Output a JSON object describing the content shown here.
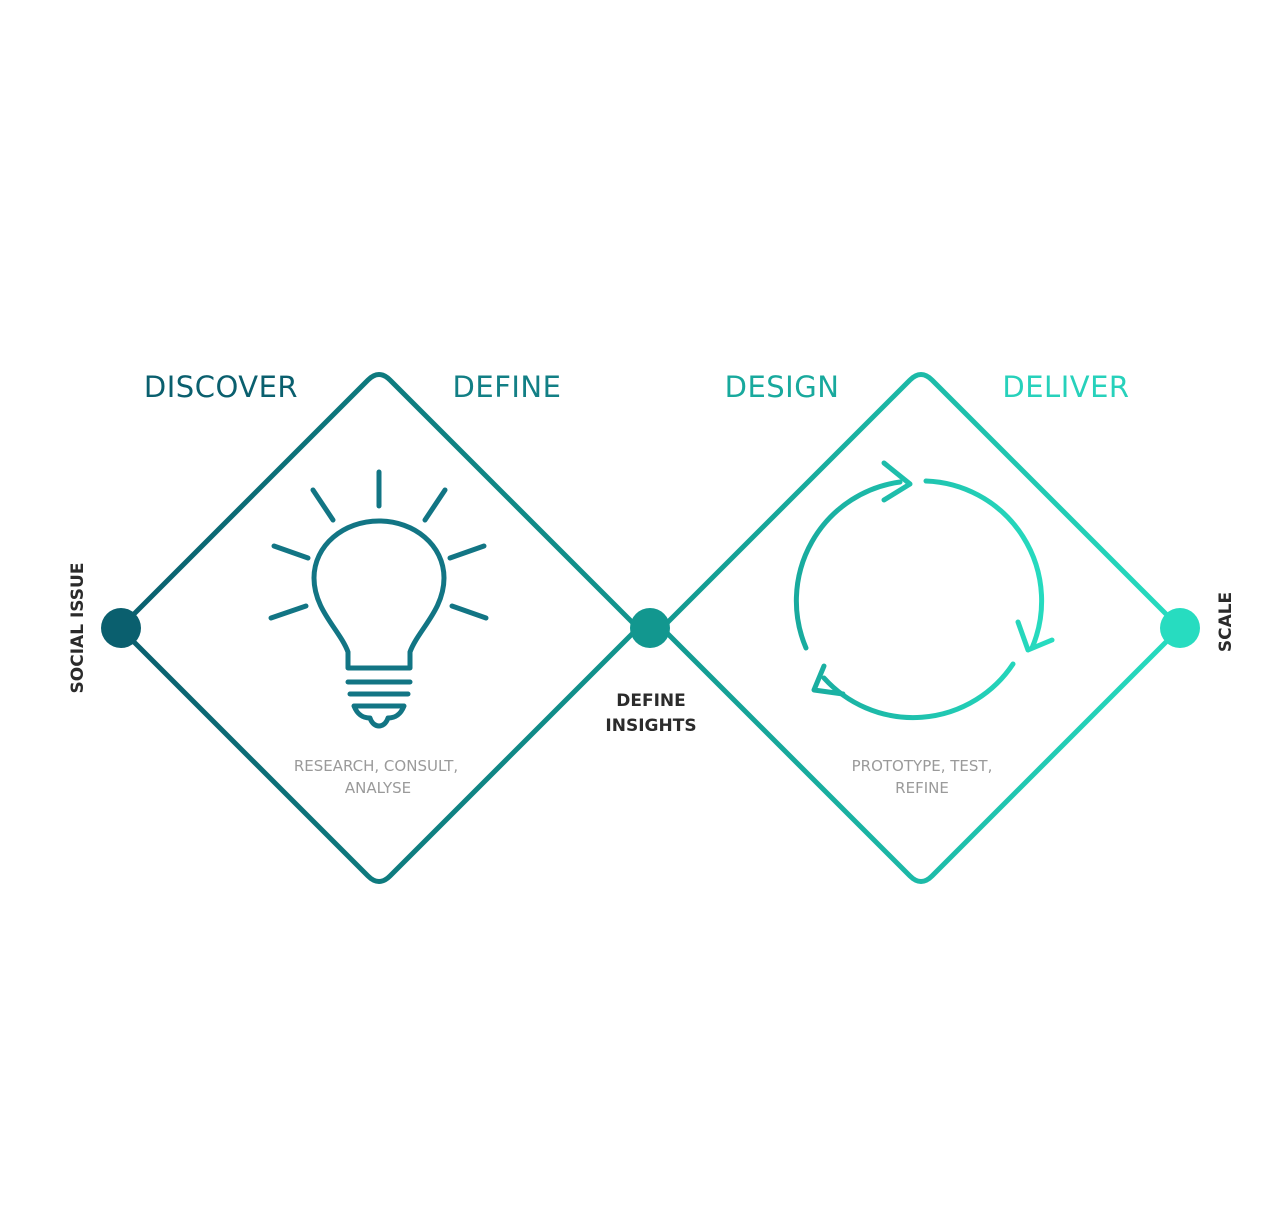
{
  "phases": {
    "discover": "DISCOVER",
    "define": "DEFINE",
    "design": "DESIGN",
    "deliver": "DELIVER"
  },
  "nodes": {
    "start": "SOCIAL ISSUE",
    "middle_line1": "DEFINE",
    "middle_line2": "INSIGHTS",
    "end": "SCALE"
  },
  "diamond_left": {
    "caption_line1": "RESEARCH, CONSULT,",
    "caption_line2": "ANALYSE",
    "icon": "lightbulb-icon"
  },
  "diamond_right": {
    "caption_line1": "PROTOTYPE, TEST,",
    "caption_line2": "REFINE",
    "icon": "cycle-arrows-icon"
  },
  "colors": {
    "dark_teal": "#0a5f6e",
    "mid_teal": "#12978f",
    "light_teal": "#27dcc0",
    "text_dark": "#2b2b2b",
    "text_grey": "#9a9a9a"
  }
}
